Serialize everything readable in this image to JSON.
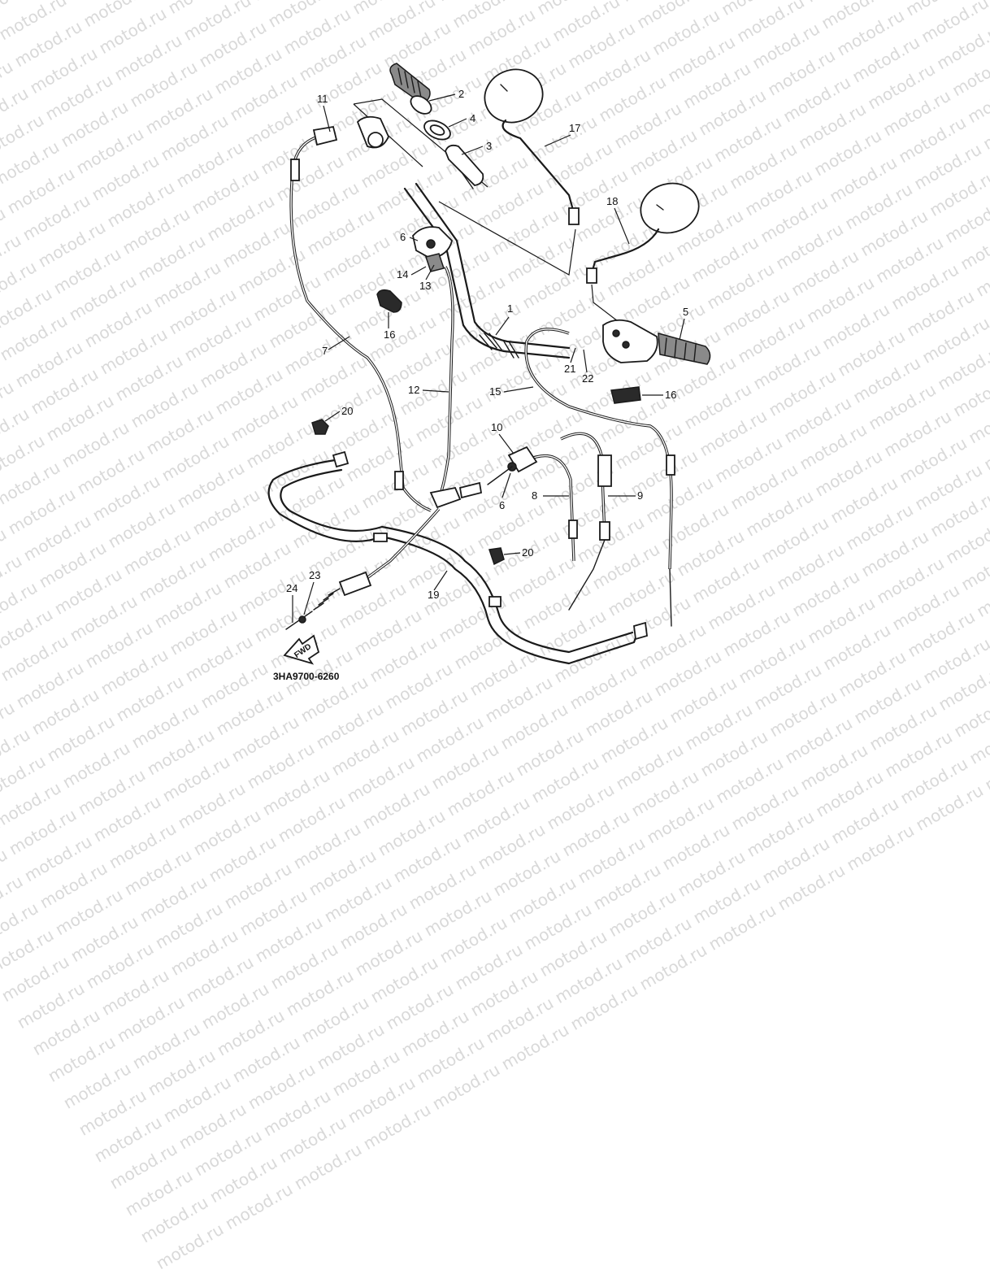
{
  "watermark_text": "motod.ru",
  "drawing_code": "3HA9700-6260",
  "direction_marker": "FWD",
  "callouts": [
    {
      "id": "c1",
      "label": "1"
    },
    {
      "id": "c2",
      "label": "2"
    },
    {
      "id": "c3",
      "label": "3"
    },
    {
      "id": "c4",
      "label": "4"
    },
    {
      "id": "c5",
      "label": "5"
    },
    {
      "id": "c6a",
      "label": "6"
    },
    {
      "id": "c6b",
      "label": "6"
    },
    {
      "id": "c7",
      "label": "7"
    },
    {
      "id": "c8",
      "label": "8"
    },
    {
      "id": "c9",
      "label": "9"
    },
    {
      "id": "c10",
      "label": "10"
    },
    {
      "id": "c11",
      "label": "11"
    },
    {
      "id": "c12",
      "label": "12"
    },
    {
      "id": "c13",
      "label": "13"
    },
    {
      "id": "c14",
      "label": "14"
    },
    {
      "id": "c15",
      "label": "15"
    },
    {
      "id": "c16a",
      "label": "16"
    },
    {
      "id": "c16b",
      "label": "16"
    },
    {
      "id": "c17",
      "label": "17"
    },
    {
      "id": "c18",
      "label": "18"
    },
    {
      "id": "c19",
      "label": "19"
    },
    {
      "id": "c20a",
      "label": "20"
    },
    {
      "id": "c20b",
      "label": "20"
    },
    {
      "id": "c21",
      "label": "21"
    },
    {
      "id": "c22",
      "label": "22"
    },
    {
      "id": "c23",
      "label": "23"
    },
    {
      "id": "c24",
      "label": "24"
    }
  ]
}
